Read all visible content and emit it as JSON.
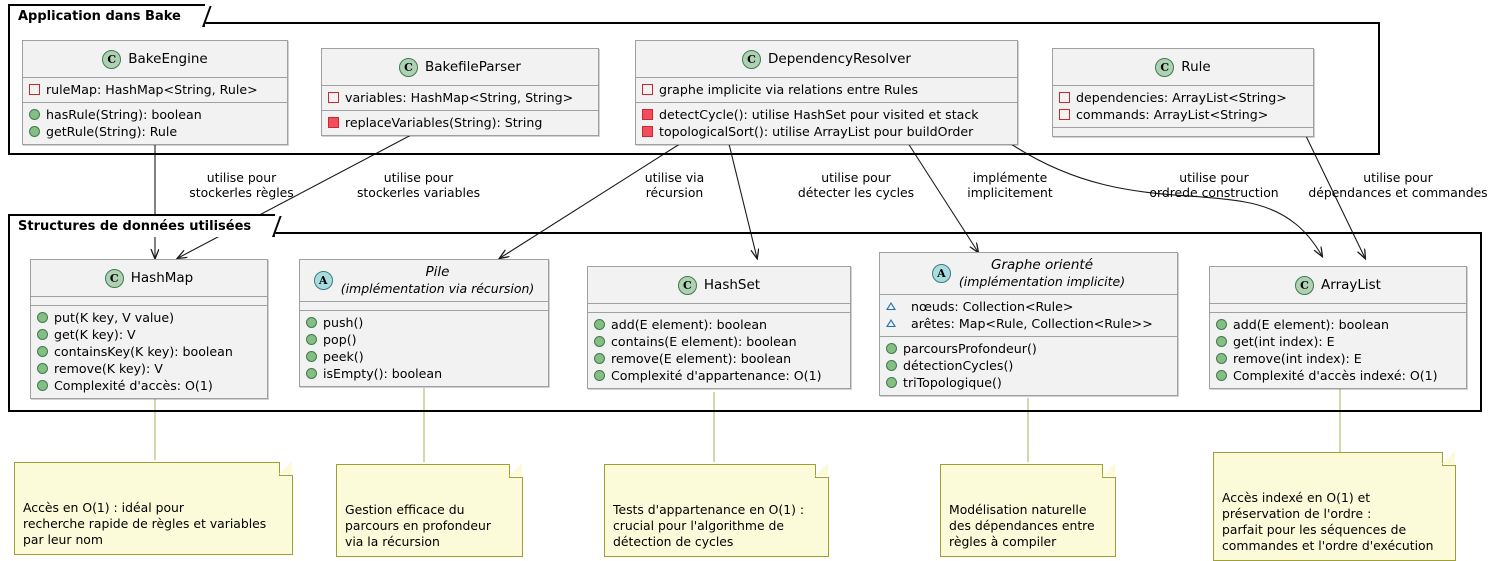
{
  "diagram": {
    "title": "Application dans Bake - Structures de donnees utilisees",
    "colors": {
      "class_fill": "#F2F2F2",
      "class_border": "#A0A0A0",
      "class_badge": "#ADD1B2",
      "abstract_badge": "#A9DCDF",
      "note_fill": "#FBFBD9",
      "note_border": "#A0A030",
      "private_marker": "#C82930",
      "private_method_marker": "#F24D5C",
      "public_method_marker": "#84BE84",
      "protected_marker": "#1F6FB2",
      "package_border": "#000000"
    }
  },
  "packages": [
    {
      "id": "app",
      "label": "Application dans Bake"
    },
    {
      "id": "ds",
      "label": "Structures de données utilisées"
    }
  ],
  "classes": [
    {
      "id": "BakeEngine",
      "stereotype": "C",
      "name": "BakeEngine",
      "subtitle": "",
      "abstract": false,
      "fields": [
        {
          "visibility": "private",
          "text": "ruleMap: HashMap<String, Rule>"
        }
      ],
      "methods": [
        {
          "visibility": "public",
          "text": "hasRule(String): boolean"
        },
        {
          "visibility": "public",
          "text": "getRule(String): Rule"
        }
      ]
    },
    {
      "id": "BakefileParser",
      "stereotype": "C",
      "name": "BakefileParser",
      "subtitle": "",
      "abstract": false,
      "fields": [
        {
          "visibility": "private",
          "text": "variables: HashMap<String, String>"
        }
      ],
      "methods": [
        {
          "visibility": "private",
          "text": "replaceVariables(String): String"
        }
      ]
    },
    {
      "id": "DependencyResolver",
      "stereotype": "C",
      "name": "DependencyResolver",
      "subtitle": "",
      "abstract": false,
      "fields": [
        {
          "visibility": "private",
          "text": "graphe implicite via relations entre Rules"
        }
      ],
      "methods": [
        {
          "visibility": "private",
          "text": "detectCycle(): utilise HashSet pour visited et stack"
        },
        {
          "visibility": "private",
          "text": "topologicalSort(): utilise ArrayList pour buildOrder"
        }
      ]
    },
    {
      "id": "Rule",
      "stereotype": "C",
      "name": "Rule",
      "subtitle": "",
      "abstract": false,
      "fields": [
        {
          "visibility": "private",
          "text": "dependencies: ArrayList<String>"
        },
        {
          "visibility": "private",
          "text": "commands: ArrayList<String>"
        }
      ],
      "methods": []
    },
    {
      "id": "HashMap",
      "stereotype": "C",
      "name": "HashMap",
      "subtitle": "",
      "abstract": false,
      "fields": [],
      "methods": [
        {
          "visibility": "public",
          "text": "put(K key, V value)"
        },
        {
          "visibility": "public",
          "text": "get(K key): V"
        },
        {
          "visibility": "public",
          "text": "containsKey(K key): boolean"
        },
        {
          "visibility": "public",
          "text": "remove(K key): V"
        },
        {
          "visibility": "public",
          "text": "Complexité d'accès: O(1)"
        }
      ]
    },
    {
      "id": "Pile",
      "stereotype": "A",
      "name": "Pile",
      "subtitle": "(implémentation via récursion)",
      "abstract": true,
      "fields": [],
      "methods": [
        {
          "visibility": "public",
          "text": "push()"
        },
        {
          "visibility": "public",
          "text": "pop()"
        },
        {
          "visibility": "public",
          "text": "peek()"
        },
        {
          "visibility": "public",
          "text": "isEmpty(): boolean"
        }
      ]
    },
    {
      "id": "HashSet",
      "stereotype": "C",
      "name": "HashSet",
      "subtitle": "",
      "abstract": false,
      "fields": [],
      "methods": [
        {
          "visibility": "public",
          "text": "add(E element): boolean"
        },
        {
          "visibility": "public",
          "text": "contains(E element): boolean"
        },
        {
          "visibility": "public",
          "text": "remove(E element): boolean"
        },
        {
          "visibility": "public",
          "text": "Complexité d'appartenance: O(1)"
        }
      ]
    },
    {
      "id": "GrapheOriente",
      "stereotype": "A",
      "name": "Graphe orienté",
      "subtitle": "(implémentation implicite)",
      "abstract": true,
      "fields": [
        {
          "visibility": "protected",
          "text": "nœuds: Collection<Rule>"
        },
        {
          "visibility": "protected",
          "text": "arêtes: Map<Rule, Collection<Rule>>"
        }
      ],
      "methods": [
        {
          "visibility": "public",
          "text": "parcoursProfondeur()"
        },
        {
          "visibility": "public",
          "text": "détectionCycles()"
        },
        {
          "visibility": "public",
          "text": "triTopologique()"
        }
      ]
    },
    {
      "id": "ArrayList",
      "stereotype": "C",
      "name": "ArrayList",
      "subtitle": "",
      "abstract": false,
      "fields": [],
      "methods": [
        {
          "visibility": "public",
          "text": "add(E element): boolean"
        },
        {
          "visibility": "public",
          "text": "get(int index): E"
        },
        {
          "visibility": "public",
          "text": "remove(int index): E"
        },
        {
          "visibility": "public",
          "text": "Complexité d'accès indexé: O(1)"
        }
      ]
    }
  ],
  "relations": [
    {
      "id": "r1",
      "from": "BakeEngine",
      "to": "HashMap",
      "label": "utilise pour\nstockerles règles"
    },
    {
      "id": "r2",
      "from": "BakefileParser",
      "to": "HashMap",
      "label": "utilise pour\nstockerles variables"
    },
    {
      "id": "r3",
      "from": "DependencyResolver",
      "to": "Pile",
      "label": "utilise via\nrécursion"
    },
    {
      "id": "r4",
      "from": "DependencyResolver",
      "to": "HashSet",
      "label": "utilise pour\ndétecter les cycles"
    },
    {
      "id": "r5",
      "from": "DependencyResolver",
      "to": "GrapheOriente",
      "label": "implémente\nimplicitement"
    },
    {
      "id": "r6",
      "from": "DependencyResolver",
      "to": "ArrayList",
      "label": "utilise pour\nordrede construction"
    },
    {
      "id": "r7",
      "from": "Rule",
      "to": "ArrayList",
      "label": "utilise pour\ndépendances et commandes"
    }
  ],
  "notes": [
    {
      "id": "n1",
      "attached_to": "HashMap",
      "text": "Accès en O(1) : idéal pour\nrecherche rapide de règles et variables\npar leur nom"
    },
    {
      "id": "n2",
      "attached_to": "Pile",
      "text": "Gestion efficace du\nparcours en profondeur\nvia la récursion"
    },
    {
      "id": "n3",
      "attached_to": "HashSet",
      "text": "Tests d'appartenance en O(1) :\ncrucial pour l'algorithme de\ndétection de cycles"
    },
    {
      "id": "n4",
      "attached_to": "GrapheOriente",
      "text": "Modélisation naturelle\ndes dépendances entre\nrègles à compiler"
    },
    {
      "id": "n5",
      "attached_to": "ArrayList",
      "text": "Accès indexé en O(1) et\npréservation de l'ordre :\nparfait pour les séquences de\ncommandes et l'ordre d'exécution"
    }
  ]
}
